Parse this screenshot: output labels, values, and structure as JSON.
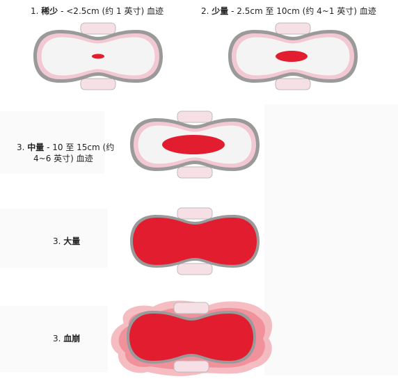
{
  "items": [
    {
      "number": "1.",
      "name": "稀少",
      "desc": " - <2.5cm (约 1 英寸) 血迹"
    },
    {
      "number": "2.",
      "name": "少量",
      "desc": " - 2.5cm 至 10cm (约 4~1 英寸) 血迹"
    },
    {
      "number": "3.",
      "name": "中量",
      "desc": " - 10 至 15cm (约",
      "desc2": "4~6 英寸) 血迹"
    },
    {
      "number": "3.",
      "name": "大量"
    },
    {
      "number": "3.",
      "name": "血崩"
    }
  ],
  "colors": {
    "outer": "#9a9a9a",
    "inner_edge": "#f2c9d3",
    "fill": "#f4f4f4",
    "wing": "#f6dfe5",
    "blood": "#e11d2f"
  }
}
